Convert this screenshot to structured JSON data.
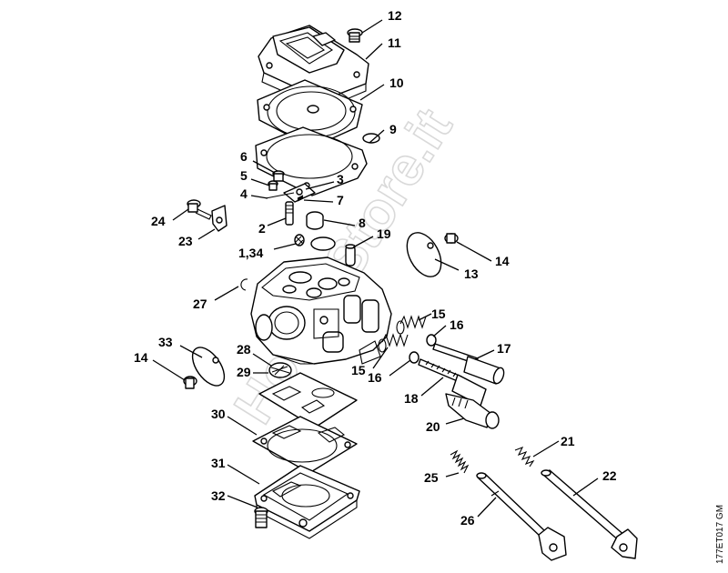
{
  "watermark": "HobbyStore.it",
  "drawing_code": "177ET017 GM",
  "callouts": [
    {
      "id": "c12",
      "text": "12"
    },
    {
      "id": "c11",
      "text": "11"
    },
    {
      "id": "c10",
      "text": "10"
    },
    {
      "id": "c9",
      "text": "9"
    },
    {
      "id": "c6",
      "text": "6"
    },
    {
      "id": "c5",
      "text": "5"
    },
    {
      "id": "c3",
      "text": "3"
    },
    {
      "id": "c4",
      "text": "4"
    },
    {
      "id": "c7",
      "text": "7"
    },
    {
      "id": "c2",
      "text": "2"
    },
    {
      "id": "c8",
      "text": "8"
    },
    {
      "id": "c24",
      "text": "24"
    },
    {
      "id": "c23",
      "text": "23"
    },
    {
      "id": "c19",
      "text": "19"
    },
    {
      "id": "c134",
      "text": "1,34"
    },
    {
      "id": "c14a",
      "text": "14"
    },
    {
      "id": "c13",
      "text": "13"
    },
    {
      "id": "c27",
      "text": "27"
    },
    {
      "id": "c15a",
      "text": "15"
    },
    {
      "id": "c16a",
      "text": "16"
    },
    {
      "id": "c17",
      "text": "17"
    },
    {
      "id": "c33",
      "text": "33"
    },
    {
      "id": "c14b",
      "text": "14"
    },
    {
      "id": "c28",
      "text": "28"
    },
    {
      "id": "c29",
      "text": "29"
    },
    {
      "id": "c15b",
      "text": "15"
    },
    {
      "id": "c16b",
      "text": "16"
    },
    {
      "id": "c18",
      "text": "18"
    },
    {
      "id": "c30",
      "text": "30"
    },
    {
      "id": "c20",
      "text": "20"
    },
    {
      "id": "c21",
      "text": "21"
    },
    {
      "id": "c31",
      "text": "31"
    },
    {
      "id": "c25",
      "text": "25"
    },
    {
      "id": "c22",
      "text": "22"
    },
    {
      "id": "c32",
      "text": "32"
    },
    {
      "id": "c26",
      "text": "26"
    }
  ]
}
